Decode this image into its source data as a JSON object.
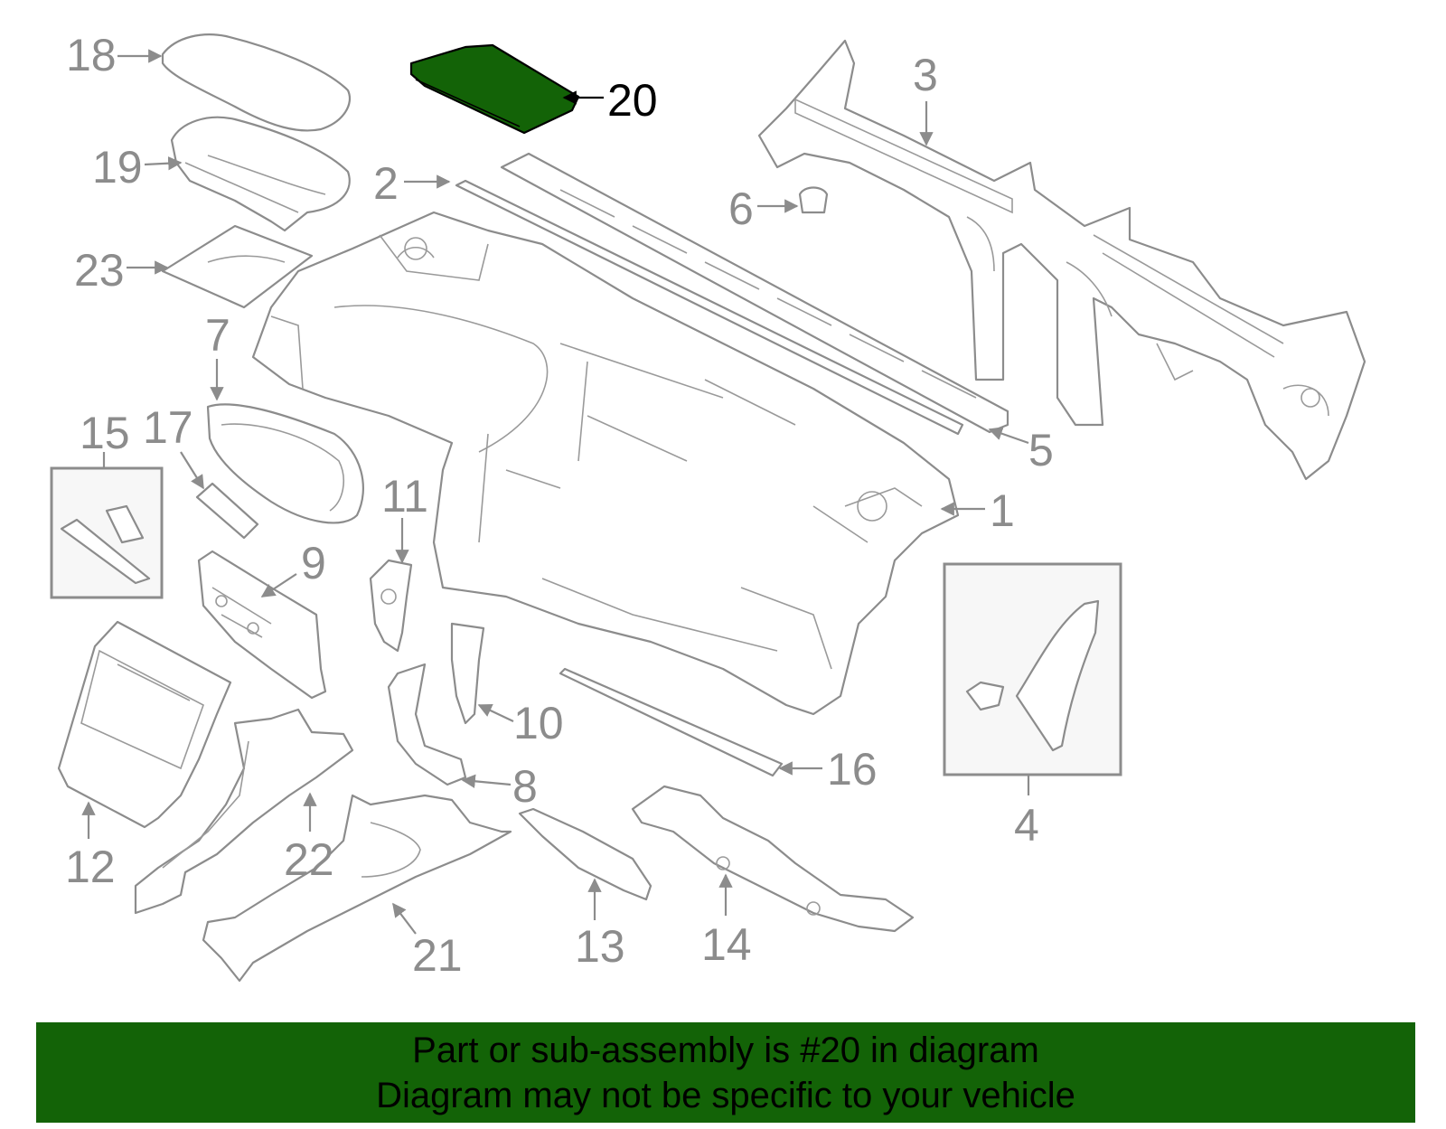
{
  "callouts": [
    {
      "id": "1",
      "text": "1"
    },
    {
      "id": "2",
      "text": "2"
    },
    {
      "id": "3",
      "text": "3"
    },
    {
      "id": "4",
      "text": "4"
    },
    {
      "id": "5",
      "text": "5"
    },
    {
      "id": "6",
      "text": "6"
    },
    {
      "id": "7",
      "text": "7"
    },
    {
      "id": "8",
      "text": "8"
    },
    {
      "id": "9",
      "text": "9"
    },
    {
      "id": "10",
      "text": "10"
    },
    {
      "id": "11",
      "text": "11"
    },
    {
      "id": "12",
      "text": "12"
    },
    {
      "id": "13",
      "text": "13"
    },
    {
      "id": "14",
      "text": "14"
    },
    {
      "id": "15",
      "text": "15"
    },
    {
      "id": "16",
      "text": "16"
    },
    {
      "id": "17",
      "text": "17"
    },
    {
      "id": "18",
      "text": "18"
    },
    {
      "id": "19",
      "text": "19"
    },
    {
      "id": "20",
      "text": "20"
    },
    {
      "id": "21",
      "text": "21"
    },
    {
      "id": "22",
      "text": "22"
    },
    {
      "id": "23",
      "text": "23"
    }
  ],
  "highlighted_part": "20",
  "colors": {
    "highlight": "#136307",
    "banner": "#136307",
    "line_art": "#8c8c8c",
    "highlight_label": "#000000"
  },
  "banner": {
    "line1": "Part or sub-assembly is #20 in diagram",
    "line2": "Diagram may not be specific to your vehicle"
  }
}
